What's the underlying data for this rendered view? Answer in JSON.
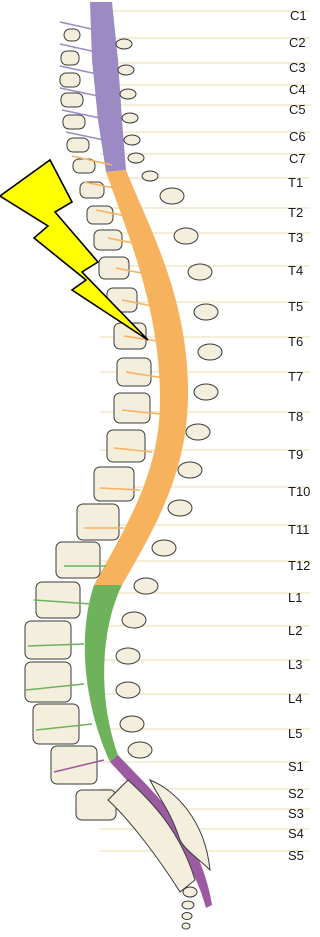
{
  "levels": [
    {
      "label": "C1",
      "region": "cervical"
    },
    {
      "label": "C2",
      "region": "cervical"
    },
    {
      "label": "C3",
      "region": "cervical"
    },
    {
      "label": "C4",
      "region": "cervical"
    },
    {
      "label": "C5",
      "region": "cervical"
    },
    {
      "label": "C6",
      "region": "cervical"
    },
    {
      "label": "C7",
      "region": "cervical"
    },
    {
      "label": "T1",
      "region": "thoracic"
    },
    {
      "label": "T2",
      "region": "thoracic"
    },
    {
      "label": "T3",
      "region": "thoracic"
    },
    {
      "label": "T4",
      "region": "thoracic"
    },
    {
      "label": "T5",
      "region": "thoracic"
    },
    {
      "label": "T6",
      "region": "thoracic"
    },
    {
      "label": "T7",
      "region": "thoracic"
    },
    {
      "label": "T8",
      "region": "thoracic"
    },
    {
      "label": "T9",
      "region": "thoracic"
    },
    {
      "label": "T10",
      "region": "thoracic"
    },
    {
      "label": "T11",
      "region": "thoracic"
    },
    {
      "label": "T12",
      "region": "thoracic"
    },
    {
      "label": "L1",
      "region": "lumbar"
    },
    {
      "label": "L2",
      "region": "lumbar"
    },
    {
      "label": "L3",
      "region": "lumbar"
    },
    {
      "label": "L4",
      "region": "lumbar"
    },
    {
      "label": "L5",
      "region": "lumbar"
    },
    {
      "label": "S1",
      "region": "sacral"
    },
    {
      "label": "S2",
      "region": "sacral"
    },
    {
      "label": "S3",
      "region": "sacral"
    },
    {
      "label": "S4",
      "region": "sacral"
    },
    {
      "label": "S5",
      "region": "sacral"
    }
  ],
  "colors": {
    "cervical": "#9b8ac4",
    "thoracic": "#f7b25e",
    "lumbar": "#6fb25c",
    "sacral": "#9c5ba0",
    "bone": "#f4eedd",
    "bone_outline": "#3a3a3a",
    "lightning": "#ffff00"
  },
  "injury_marker": {
    "icon": "lightning-bolt-icon",
    "level": "T6"
  }
}
